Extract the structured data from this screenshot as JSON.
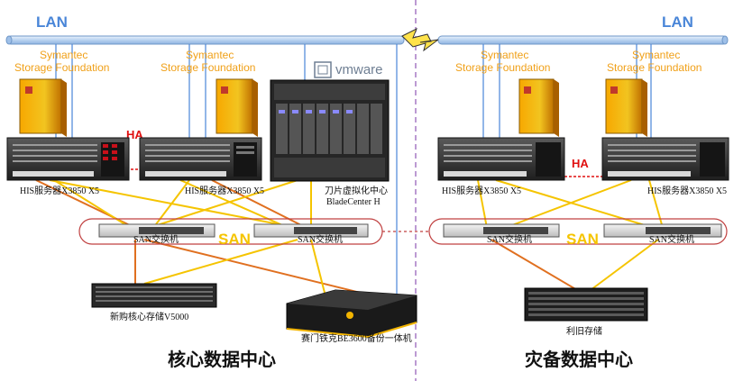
{
  "lan": {
    "left_label": "LAN",
    "right_label": "LAN"
  },
  "software": {
    "line1": "Symantec",
    "line2": "Storage Foundation"
  },
  "ha_label": "HA",
  "san_label": "SAN",
  "vmware_label": "vmware",
  "core": {
    "server_left": "HIS服务器X3850 X5",
    "server_right": "HIS服务器X3850 X5",
    "blade_line1": "刀片虚拟化中心",
    "blade_line2": "BladeCenter H",
    "switch_left": "SAN交换机",
    "switch_right": "SAN交换机",
    "storage": "新购核心存储V5000",
    "backup": "赛门铁克BE3600备份一体机",
    "title": "核心数据中心"
  },
  "dr": {
    "server_left": "HIS服务器X3850 X5",
    "server_right": "HIS服务器X3850 X5",
    "switch_left": "SAN交换机",
    "switch_right": "SAN交换机",
    "storage": "利旧存储",
    "title": "灾备数据中心"
  },
  "colors": {
    "lan_bar": "#c8dcf4",
    "lan_text": "#4a86d8",
    "fc_orange": "#e07020",
    "fc_yellow": "#f5c400",
    "ha_red": "#e01010",
    "divider": "#a070c0"
  }
}
